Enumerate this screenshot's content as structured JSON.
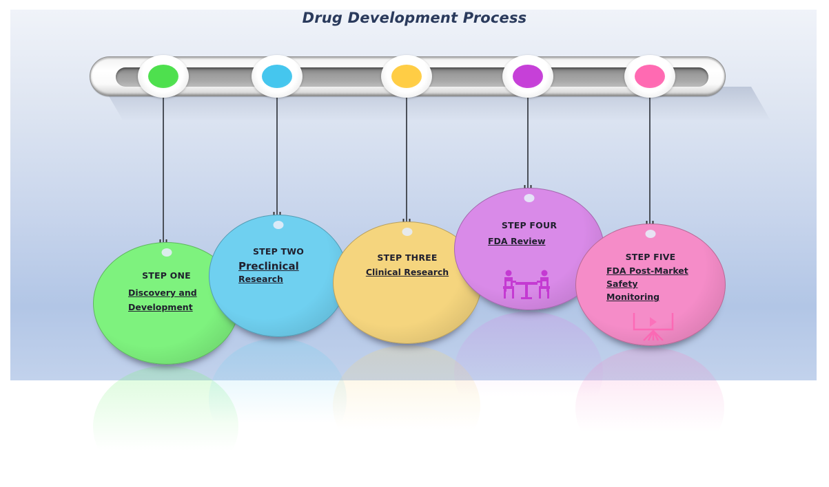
{
  "title": "Drug Development Process",
  "colors": {
    "background_top": "#f0f3f9",
    "background_bottom": "#b2c6e6",
    "title": "#2a3a5c",
    "timeline_track": "#9b9b9b"
  },
  "steps": [
    {
      "label": "STEP ONE",
      "name_lines": [
        "Discovery and",
        "Development"
      ],
      "color": "#7ef27e",
      "dot_color": "#4ee04e",
      "icon": "none"
    },
    {
      "label": "STEP TWO",
      "name_lines": [
        "Preclinical",
        "Research"
      ],
      "color": "#6fd0f0",
      "dot_color": "#45c6ee",
      "icon": "none"
    },
    {
      "label": "STEP THREE",
      "name_lines": [
        "Clinical Research"
      ],
      "color": "#f5d57e",
      "dot_color": "#ffcd45",
      "icon": "none"
    },
    {
      "label": "STEP FOUR",
      "name_lines": [
        "FDA Review"
      ],
      "color": "#d98ae8",
      "dot_color": "#c640d8",
      "icon": "meeting-icon"
    },
    {
      "label": "STEP FIVE",
      "name_lines": [
        "FDA Post-Market",
        "Safety",
        "Monitoring"
      ],
      "color": "#f58cc8",
      "dot_color": "#ff6ab2",
      "icon": "presentation-board-icon"
    }
  ]
}
